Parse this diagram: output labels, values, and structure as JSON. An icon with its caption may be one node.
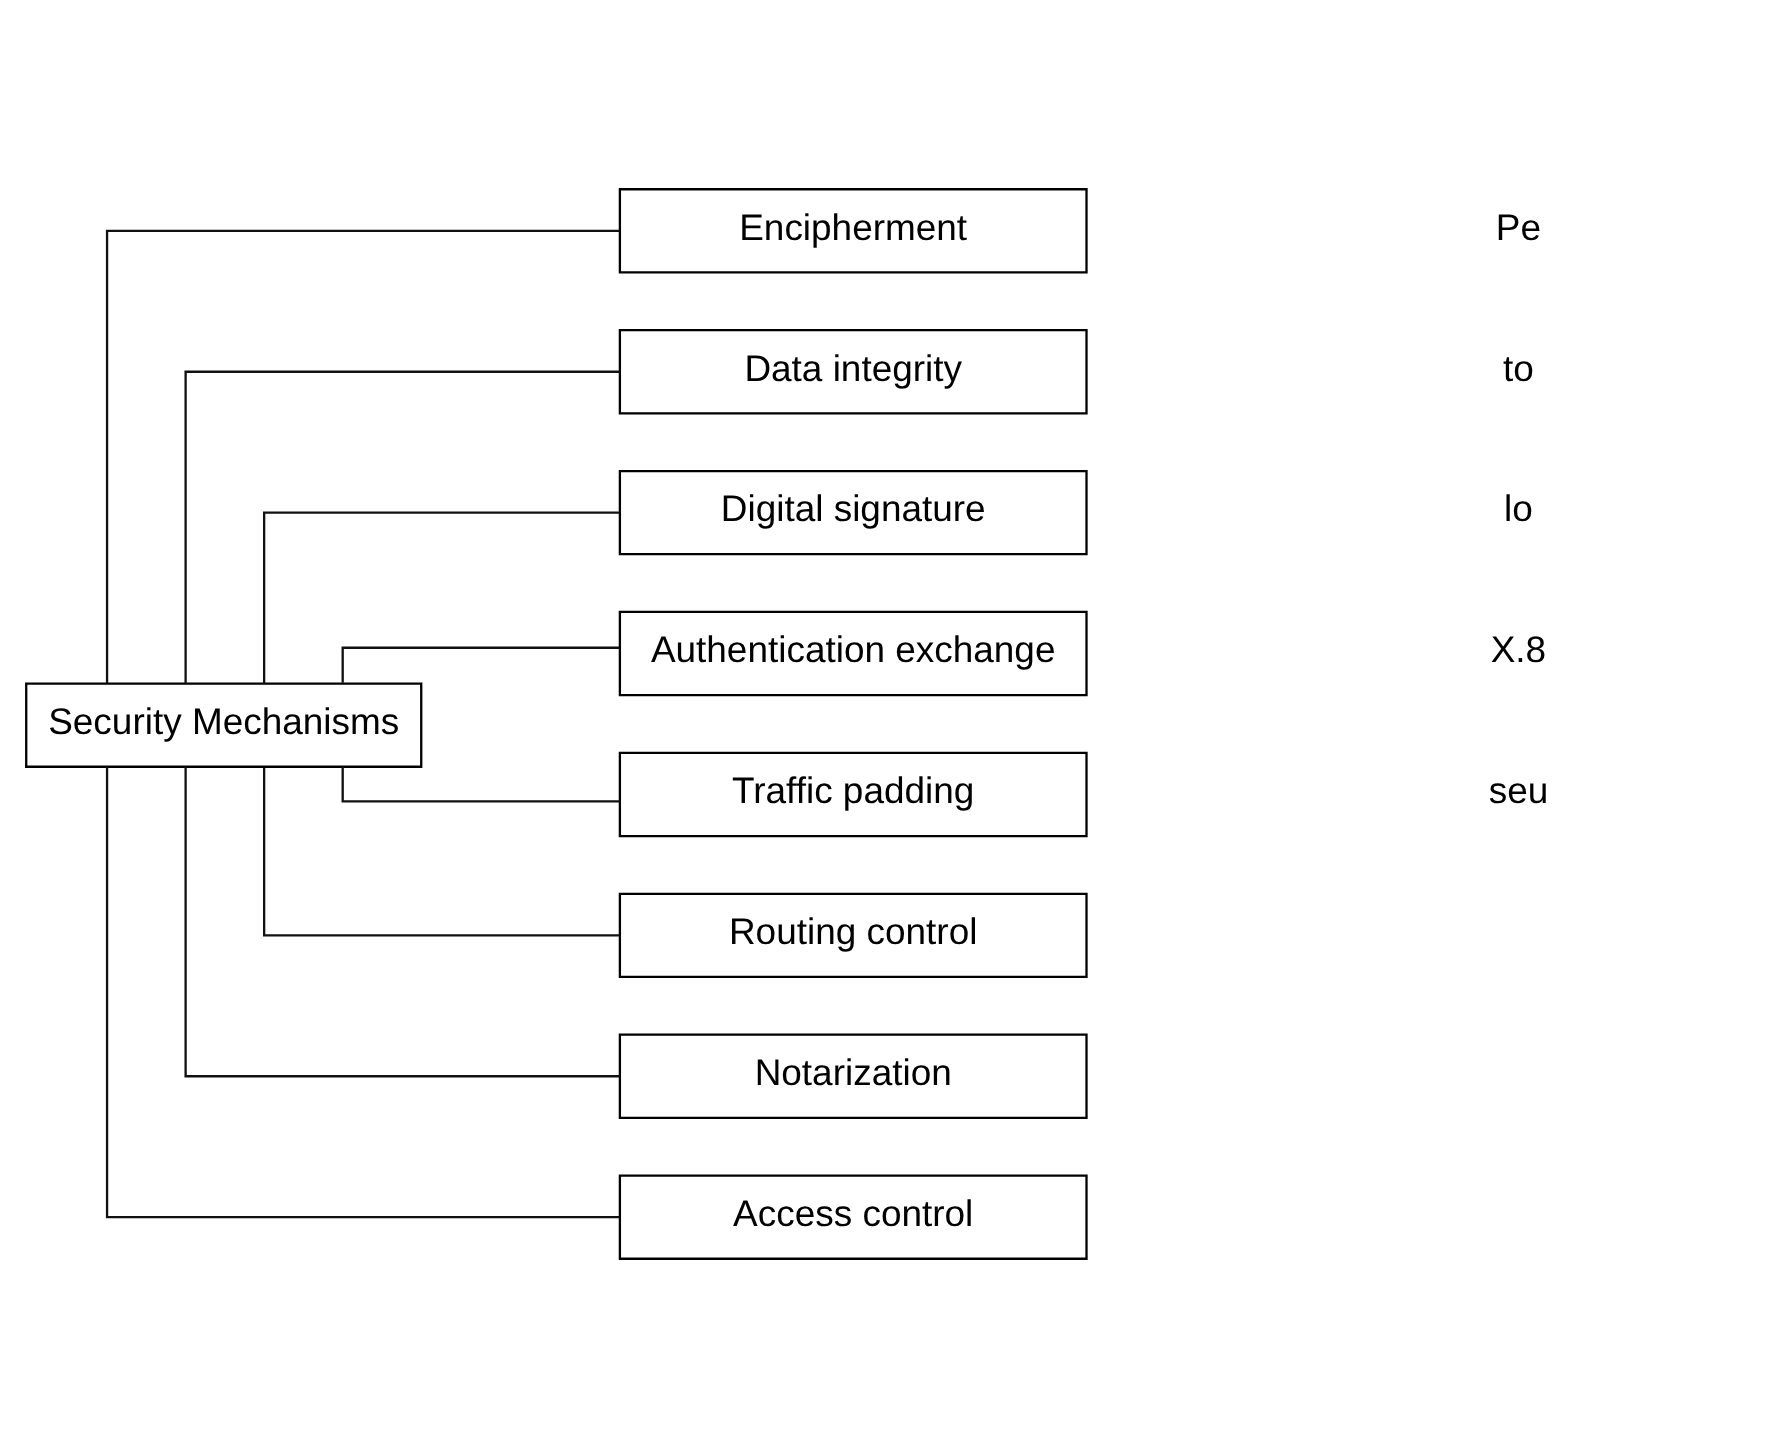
{
  "diagram": {
    "nodes": [
      {
        "text": [
          "Security Mechanisms"
        ]
      },
      {
        "text": [
          "Encipherment"
        ]
      },
      {
        "text": [
          "Data integrity"
        ]
      },
      {
        "text": [
          "Digital signature"
        ]
      },
      {
        "text": [
          "Authentication exchange"
        ]
      },
      {
        "text": [
          "Traffic padding"
        ]
      },
      {
        "text": [
          "Routing control"
        ]
      },
      {
        "text": [
          "Notarization"
        ]
      },
      {
        "text": [
          "Access control"
        ]
      }
    ],
    "edges": [
      {
        "from": 0,
        "to": 1,
        "arrow": "none"
      },
      {
        "from": 0,
        "to": 2,
        "arrow": "none"
      },
      {
        "from": 0,
        "to": 3,
        "arrow": "none"
      },
      {
        "from": 0,
        "to": 4,
        "arrow": "none"
      },
      {
        "from": 0,
        "to": 5,
        "arrow": "none"
      },
      {
        "from": 0,
        "to": 6,
        "arrow": "none"
      },
      {
        "from": 0,
        "to": 7,
        "arrow": "none"
      },
      {
        "from": 0,
        "to": 8,
        "arrow": "none"
      }
    ],
    "labels": [
      "Pe",
      "to",
      "lo",
      "X.8",
      "seu"
    ]
  }
}
